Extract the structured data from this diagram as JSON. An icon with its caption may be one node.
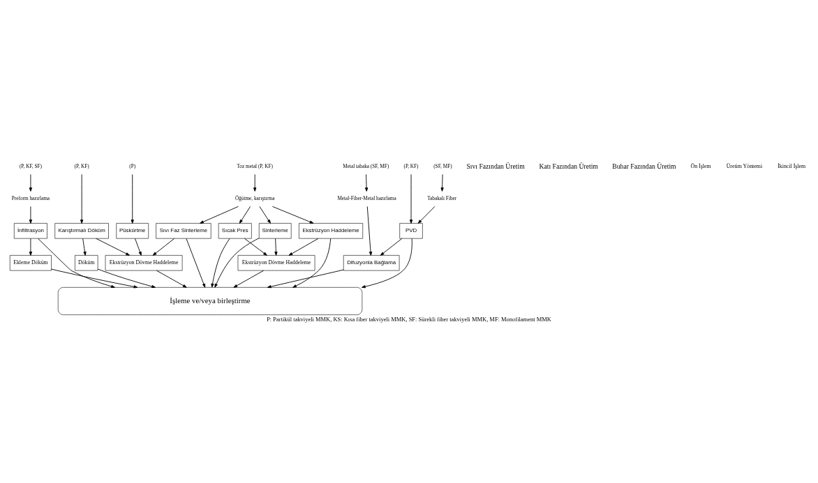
{
  "diagram": {
    "caption": "P: Partikül takviyeli MMK, KS: Kısa fiber takviyeli MMK, SF: Sürekli fiber takviyeli MMK, MF: Monofilament MMK",
    "nodes": [
      {
        "text": [
          "(P, KF)"
        ]
      },
      {
        "text": [
          "(P, KF, SF)"
        ]
      },
      {
        "text": [
          "Preform hazırlama"
        ]
      },
      {
        "text": [
          "(P)"
        ]
      },
      {
        "text": [
          "Toz metal (P, KF)"
        ]
      },
      {
        "text": [
          "Öğütme, karıştırma"
        ]
      },
      {
        "text": [
          "Metal tabaka (SF, MF)"
        ]
      },
      {
        "text": [
          "Metal-Fiber-Metal hazırlama"
        ]
      },
      {
        "text": [
          "(SF, MF)"
        ]
      },
      {
        "text": [
          "Tabakalı Fiber"
        ]
      },
      {
        "text": [
          "(P, KF)"
        ]
      },
      {
        "text": [
          "Karıştırmalı Döküm"
        ]
      },
      {
        "text": [
          "İnfiltrasyon"
        ]
      },
      {
        "text": [
          "Püskürtme"
        ]
      },
      {
        "text": [
          "Sıvı Faz Sinterleme"
        ]
      },
      {
        "text": [
          "Sıcak Pres"
        ]
      },
      {
        "text": [
          "Sinterleme"
        ]
      },
      {
        "text": [
          "Ekstrüzyon Haddeleme"
        ]
      },
      {
        "text": [
          "Difuzyonla Bağlama"
        ]
      },
      {
        "text": [
          "PVD"
        ]
      },
      {
        "text": [
          "Döküm"
        ]
      },
      {
        "text": [
          "Ekleme Döküm"
        ]
      },
      {
        "text": [
          "Ekstrüzyon Dövme Haddeleme"
        ]
      },
      {
        "text": [
          "Ekstrüzyon Dövme Haddeleme"
        ]
      },
      {
        "text": [
          "İşleme ve/veya birleştirme"
        ]
      }
    ],
    "edges": [
      {
        "from": 0,
        "to": 11,
        "arrow": "to"
      },
      {
        "from": 1,
        "to": 2,
        "arrow": "to"
      },
      {
        "from": 2,
        "to": 12,
        "arrow": "to"
      },
      {
        "from": 3,
        "to": 13,
        "arrow": "to"
      },
      {
        "from": 4,
        "to": 5,
        "arrow": "to"
      },
      {
        "from": 5,
        "to": 14,
        "arrow": "to"
      },
      {
        "from": 5,
        "to": 15,
        "arrow": "to"
      },
      {
        "from": 5,
        "to": 16,
        "arrow": "to"
      },
      {
        "from": 5,
        "to": 17,
        "arrow": "to"
      },
      {
        "from": 6,
        "to": 7,
        "arrow": "to"
      },
      {
        "from": 7,
        "to": 18,
        "arrow": "to"
      },
      {
        "from": 8,
        "to": 9,
        "arrow": "to"
      },
      {
        "from": 9,
        "to": 19,
        "arrow": "to"
      },
      {
        "from": 10,
        "to": 19,
        "arrow": "to"
      },
      {
        "from": 19,
        "to": 18,
        "arrow": "to"
      },
      {
        "from": 11,
        "to": 20,
        "arrow": "to"
      },
      {
        "from": 11,
        "to": 22,
        "arrow": "to"
      },
      {
        "from": 12,
        "to": 21,
        "arrow": "to"
      },
      {
        "from": 12,
        "to": 24,
        "arrow": "to"
      },
      {
        "from": 13,
        "to": 22,
        "arrow": "to"
      },
      {
        "from": 14,
        "to": 24,
        "arrow": "to"
      },
      {
        "from": 14,
        "to": 22,
        "arrow": "to"
      },
      {
        "from": 15,
        "to": 24,
        "arrow": "to"
      },
      {
        "from": 15,
        "to": 23,
        "arrow": "to"
      },
      {
        "from": 16,
        "to": 24,
        "arrow": "to"
      },
      {
        "from": 16,
        "to": 23,
        "arrow": "to"
      },
      {
        "from": 17,
        "to": 23,
        "arrow": "to"
      },
      {
        "from": 17,
        "to": 24,
        "arrow": "to"
      },
      {
        "from": 18,
        "to": 24,
        "arrow": "to"
      },
      {
        "from": 19,
        "to": 24,
        "arrow": "to"
      },
      {
        "from": 20,
        "to": 24,
        "arrow": "to"
      },
      {
        "from": 21,
        "to": 24,
        "arrow": "to"
      },
      {
        "from": 22,
        "to": 24,
        "arrow": "to"
      },
      {
        "from": 23,
        "to": 24,
        "arrow": "to"
      }
    ],
    "labels": [
      "Sıvı Fazından Üretim",
      "Katı Fazından Üretim",
      "Buhar Fazından Üretim",
      "Ön İşlem",
      "Üretim Yöntemi",
      "İkincil İşlem"
    ]
  }
}
